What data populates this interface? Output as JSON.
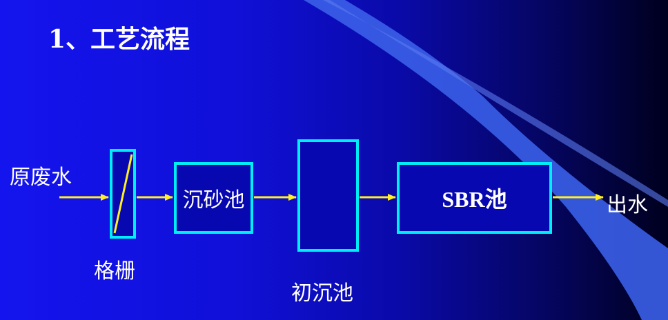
{
  "slide": {
    "title": "1、工艺流程"
  },
  "flow": {
    "inlet": "原废水",
    "screen": "格栅",
    "grit_chamber": "沉砂池",
    "primary_clarifier": "初沉池",
    "sbr_tank": "SBR池",
    "outlet": "出水"
  },
  "colors": {
    "box_border": "#00eef8",
    "arrow": "#ffee22",
    "text": "#ffffff",
    "swoosh": "#3a5fe8"
  }
}
